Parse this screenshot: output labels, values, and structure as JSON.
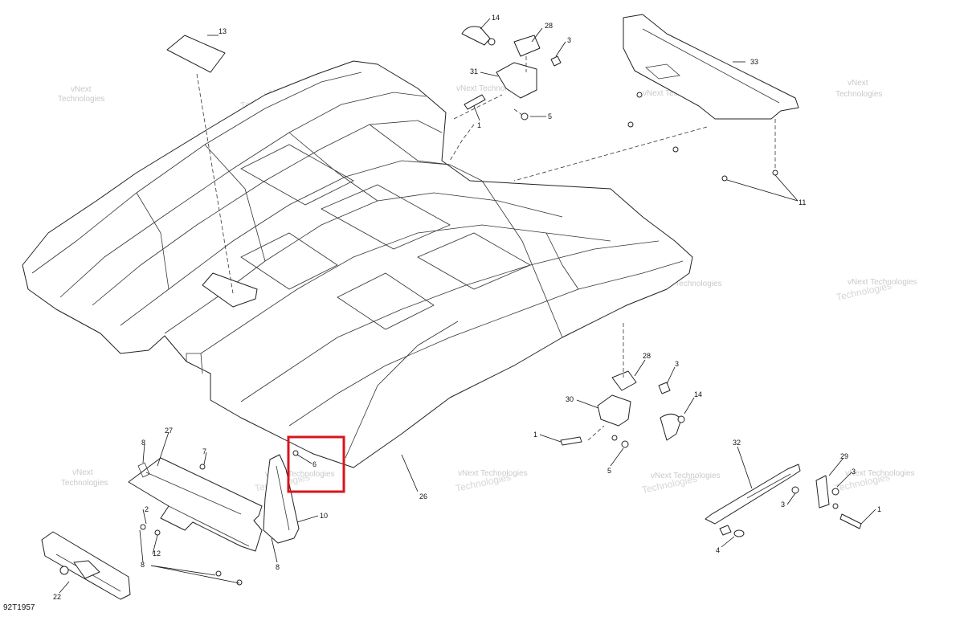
{
  "drawing_number": "92T1957",
  "watermark": {
    "line1": "vNext",
    "line2": "Technologies",
    "full": "vNext Technologies"
  },
  "highlight_color": "#d9141e",
  "callouts": {
    "c1_top": "1",
    "c1_mid": "1",
    "c1_right": "1",
    "c2": "2",
    "c3_top": "3",
    "c3_mid": "3",
    "c3_right_a": "3",
    "c3_right_b": "3",
    "c4": "4",
    "c5_top": "5",
    "c5_mid": "5",
    "c6": "6",
    "c7": "7",
    "c8_a": "8",
    "c8_b": "8",
    "c8_c": "8",
    "c10": "10",
    "c11": "11",
    "c12": "12",
    "c13": "13",
    "c14_top": "14",
    "c14_mid": "14",
    "c22": "22",
    "c26": "26",
    "c27": "27",
    "c28_top": "28",
    "c28_mid": "28",
    "c29": "29",
    "c30": "30",
    "c31": "31",
    "c32": "32",
    "c33": "33"
  }
}
